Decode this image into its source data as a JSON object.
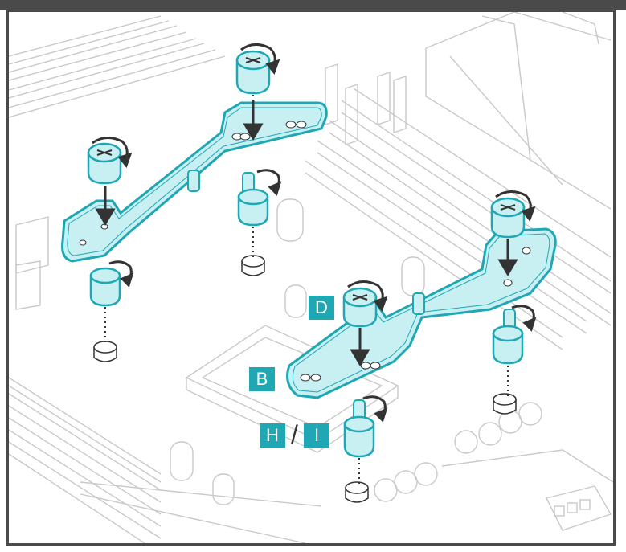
{
  "colors": {
    "accent": "#1fa7b3",
    "accent_light": "#c8eff2",
    "line_gray": "#c9c9c9",
    "frame": "#4a4a4a"
  },
  "labels": {
    "d": "D",
    "b": "B",
    "h": "H",
    "slash": "/",
    "i": "I"
  },
  "icons": {
    "rotate": "rotate-clockwise-arrow-icon",
    "down": "down-arrow-icon"
  }
}
